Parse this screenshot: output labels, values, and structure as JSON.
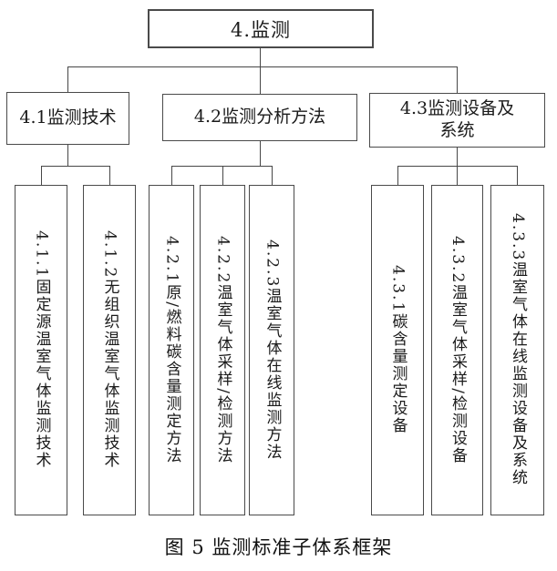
{
  "figure": {
    "root": {
      "label": "4.监测"
    },
    "branches": [
      {
        "label": "4.1监测技术",
        "children": [
          "4.1.1固定源温室气体监测技术",
          "4.1.2无组织温室气体监测技术"
        ]
      },
      {
        "label": "4.2监测分析方法",
        "children": [
          "4.2.1原/燃料碳含量测定方法",
          "4.2.2温室气体采样/检测方法",
          "4.2.3温室气体在线监测方法"
        ]
      },
      {
        "label": "4.3监测设备及\n系统",
        "children": [
          "4.3.1碳含量测定设备",
          "4.3.2温室气体采样/检测设备",
          "4.3.3温室气体在线监测设备及系统"
        ]
      }
    ],
    "caption": "图 5 监测标准子体系框架",
    "line_color": "#474747"
  }
}
